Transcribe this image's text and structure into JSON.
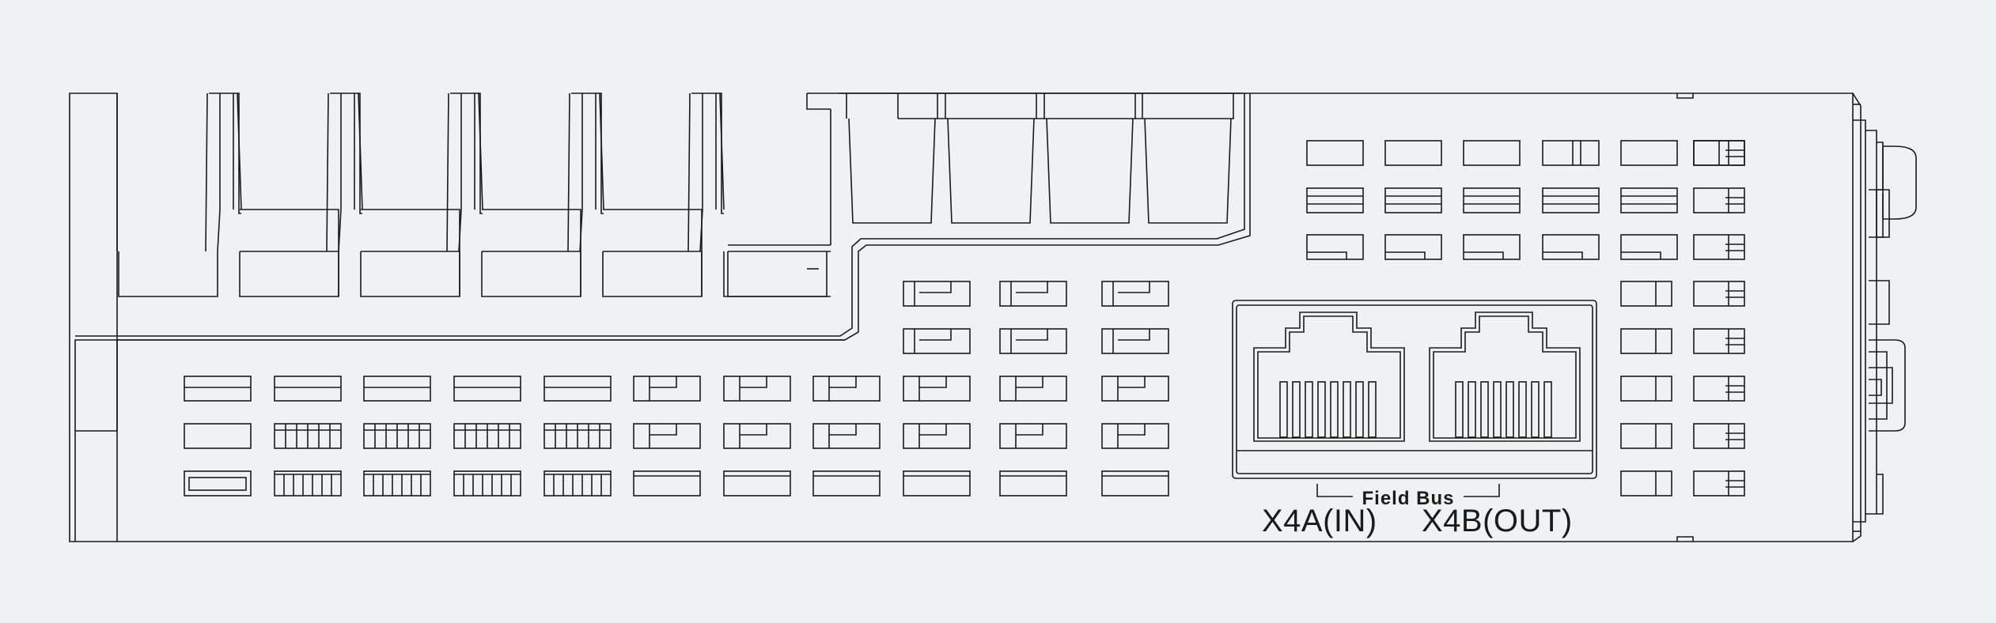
{
  "labels": {
    "field_bus": "Field Bus",
    "port_in": "X4A(IN)",
    "port_out": "X4B(OUT)"
  },
  "colors": {
    "background": "#eef2f4",
    "stroke": "#1a1a1a"
  }
}
